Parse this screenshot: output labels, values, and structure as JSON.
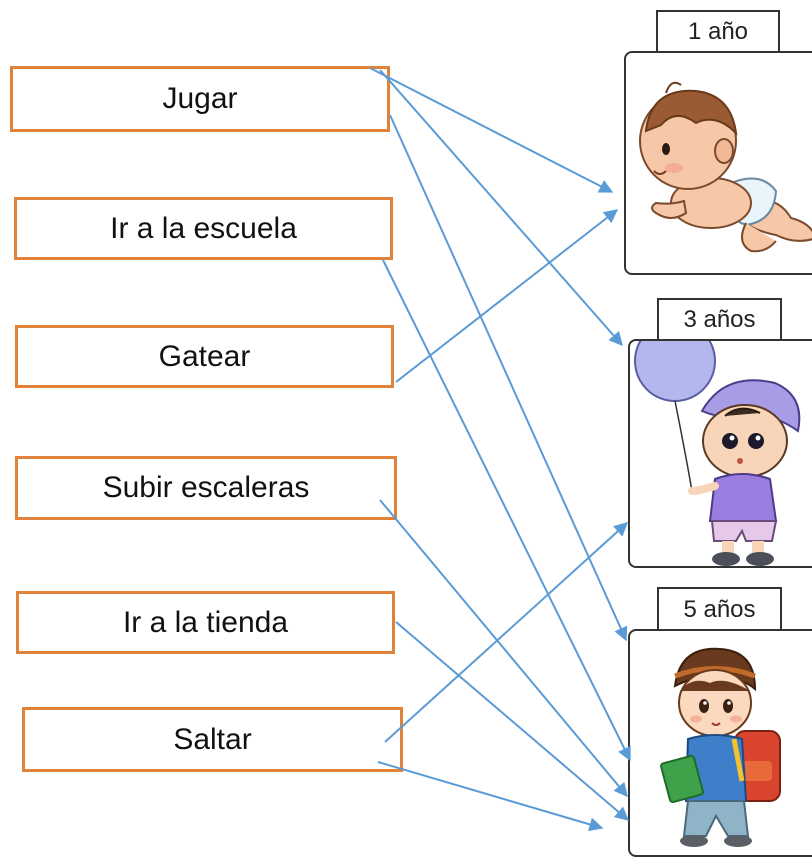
{
  "activities": [
    "Jugar",
    "Ir a la escuela",
    "Gatear",
    "Subir escaleras",
    "Ir a la tienda",
    "Saltar"
  ],
  "ages": [
    "1 año",
    "3 años",
    "5 años"
  ],
  "illustrations": [
    "crawling-baby",
    "toddler-with-balloon",
    "schoolboy-with-backpack"
  ],
  "colors": {
    "activity_border": "#e0823a",
    "card_border": "#333333",
    "connector_line": "#5b9bd5"
  }
}
